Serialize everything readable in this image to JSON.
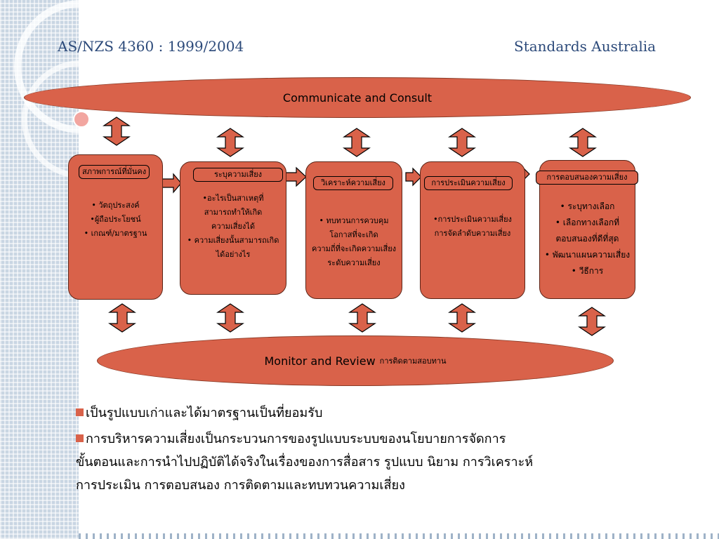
{
  "header": {
    "left": "AS/NZS 4360 : 1999/2004",
    "right": "Standards Australia"
  },
  "communicate": "Communicate and Consult",
  "monitor": {
    "en": "Monitor and Review",
    "th": "การติดตามสอบทาน"
  },
  "steps": [
    {
      "title": "สภาพการณ์ที่มั่นคง",
      "lines": [
        "• วัตถุประสงค์",
        "•ผู้ถือประโยชน์",
        "• เกณฑ์/มาตรฐาน"
      ]
    },
    {
      "title": "ระบุความเสี่ยง",
      "lines": [
        "•อะไรเป็นสาเหตุที่",
        "สามารถทำให้เกิด",
        "ความเสี่ยงได้",
        "• ความเสี่ยงนั้นสามารถเกิด",
        "ได้อย่างไร"
      ]
    },
    {
      "title": "วิเคราะห์ความเสี่ยง",
      "lines": [
        "• ทบทวนการควบคุม",
        "โอกาสที่จะเกิด",
        "ความถี่ที่จะเกิดความเสี่ยง",
        "ระดับความเสี่ยง"
      ]
    },
    {
      "title": "การประเมินความเสี่ยง",
      "lines": [
        "•การประเมินความเสี่ยง",
        "การจัดลำดับความเสี่ยง"
      ]
    },
    {
      "title": "การตอบสนองความเสี่ยง",
      "lines": [
        "• ระบุทางเลือก",
        "• เลือกทางเลือกที่",
        "ตอบสนองที่ดีที่สุด",
        "• พัฒนาแผนความเสี่ยง",
        "• วีธีการ"
      ]
    }
  ],
  "bullets": [
    "เป็นรูปแบบเก่าและได้มาตรฐานเป็นที่ยอมรับ",
    "การบริหารความเสี่ยงเป็นกระบวนการของรูปแบบระบบของนโยบายการจัดการ",
    "ขั้นตอนและการนำไปปฏิบัติได้จริงในเรื่องของการสื่อสาร รูปแบบ นิยาม การวิเคราะห์",
    "การประเมิน การตอบสนอง การติดตามและทบทวนความเสี่ยง"
  ],
  "colors": {
    "shape_fill": "#d9624a",
    "header_text": "#2c4a7a"
  }
}
